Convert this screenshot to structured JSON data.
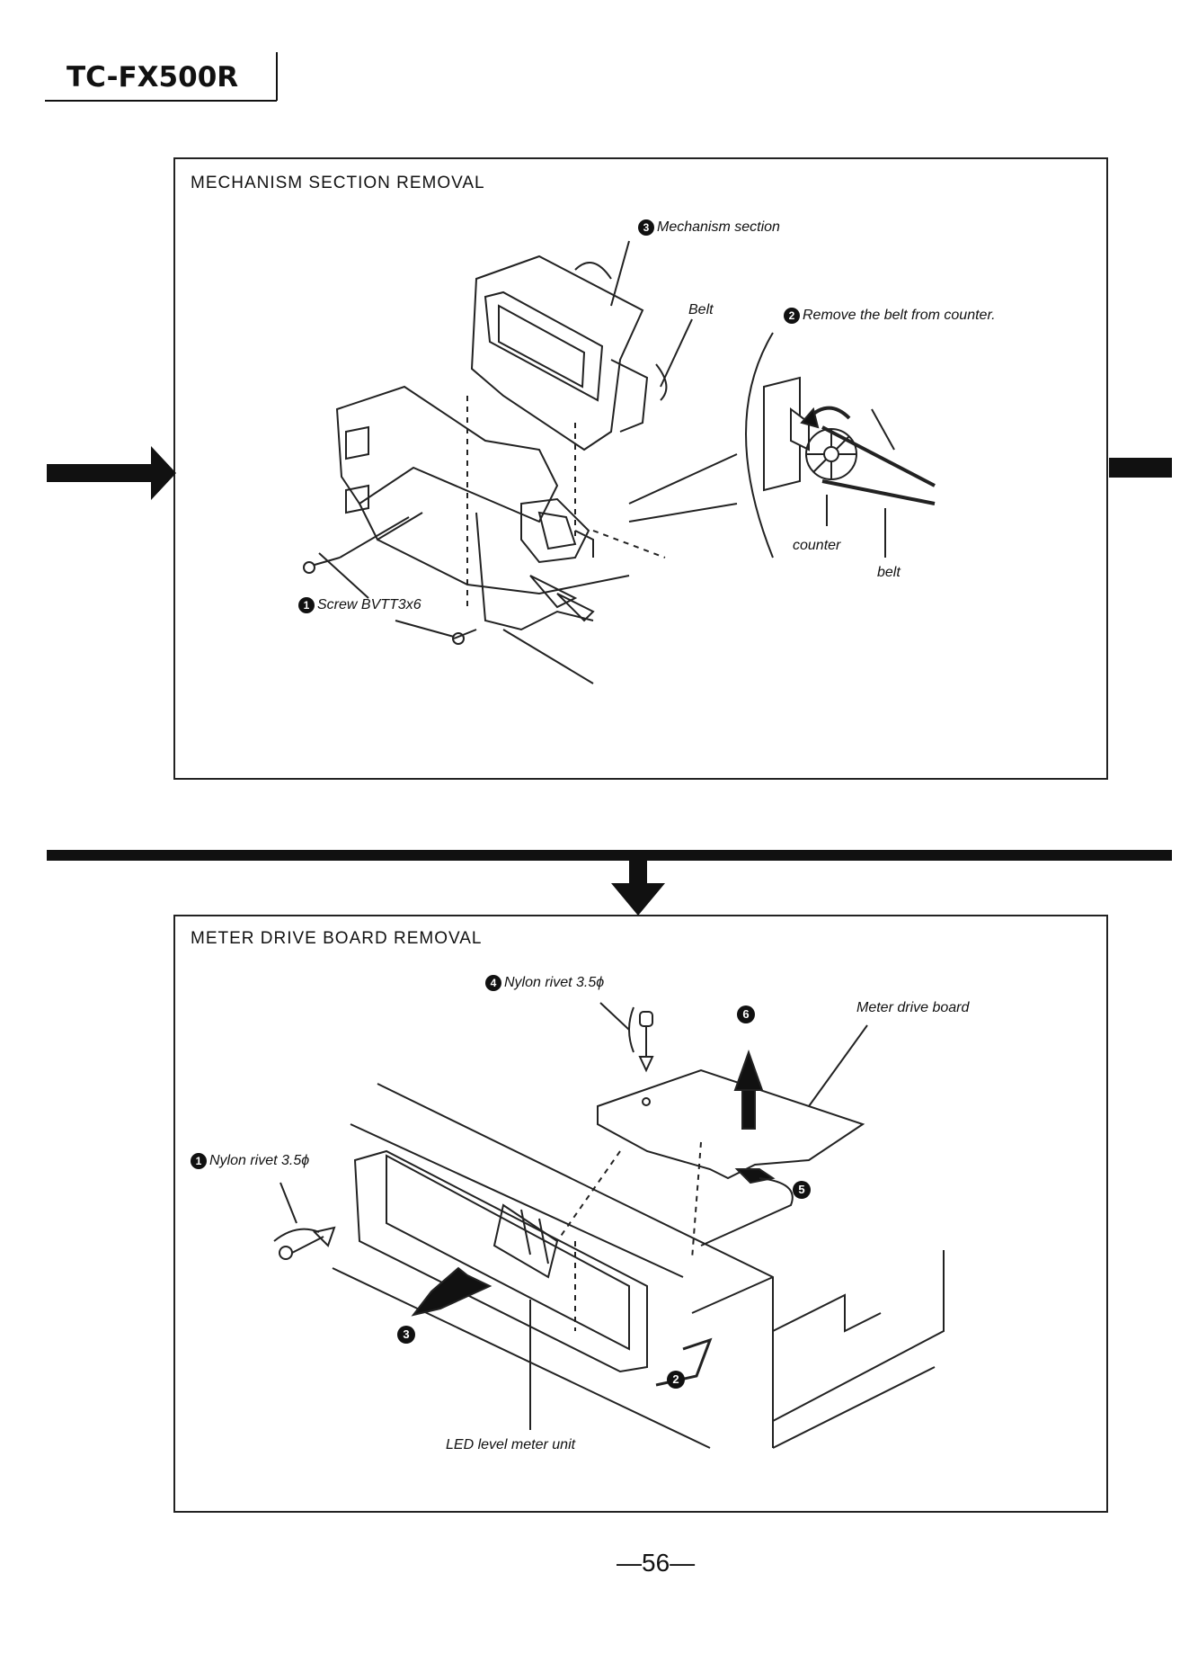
{
  "header": {
    "model": "TC-FX500R"
  },
  "section1": {
    "title": "MECHANISM SECTION REMOVAL",
    "labels": {
      "mechanism_section": "Mechanism section",
      "mechanism_step": "3",
      "belt": "Belt",
      "remove_belt": "Remove the belt from counter.",
      "remove_step": "2",
      "counter": "counter",
      "belt_small": "belt",
      "screw": "Screw BVTT3x6",
      "screw_step": "1"
    }
  },
  "section2": {
    "title": "METER DRIVE BOARD REMOVAL",
    "labels": {
      "nylon_rivet_top": "Nylon rivet 3.5ϕ",
      "nylon_rivet_top_step": "4",
      "step6": "6",
      "meter_drive_board": "Meter drive board",
      "nylon_rivet_left": "Nylon rivet 3.5ϕ",
      "nylon_rivet_left_step": "1",
      "step5": "5",
      "step3": "3",
      "step2": "2",
      "led_unit": "LED level meter unit"
    }
  },
  "footer": {
    "page_number": "—56—"
  }
}
